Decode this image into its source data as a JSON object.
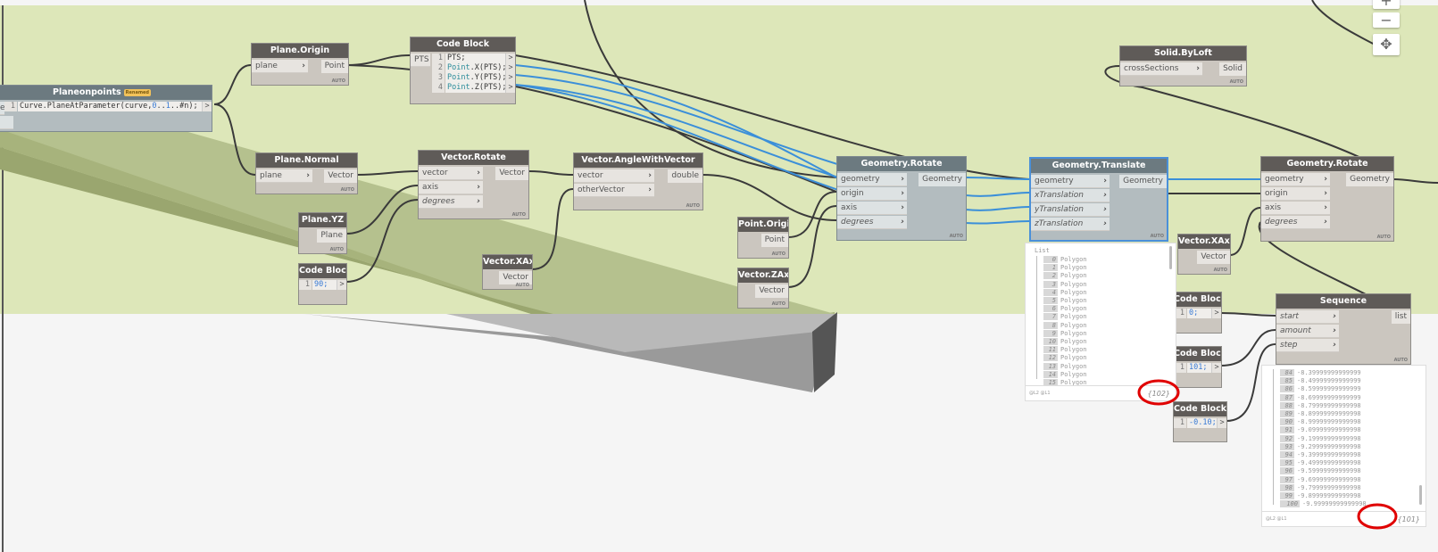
{
  "nodes": [
    {
      "id": "planeonpoints",
      "title": "Planeonpoints",
      "badge": "Renamed",
      "style": "blue",
      "partial_input": "e",
      "code": [
        "Curve.PlaneAtParameter(curve,0..1..#n);"
      ]
    },
    {
      "id": "plane-origin",
      "title": "Plane.Origin",
      "inputs": [
        "plane"
      ],
      "outputs": [
        "Point"
      ],
      "footer": "AUTO"
    },
    {
      "id": "code-block-pts",
      "title": "Code Block",
      "inputs": [
        "PTS"
      ],
      "code": [
        "PTS;",
        "Point.X(PTS);",
        "Point.Y(PTS);",
        "Point.Z(PTS);"
      ]
    },
    {
      "id": "plane-normal",
      "title": "Plane.Normal",
      "inputs": [
        "plane"
      ],
      "outputs": [
        "Vector"
      ],
      "footer": "AUTO"
    },
    {
      "id": "vector-rotate",
      "title": "Vector.Rotate",
      "inputs": [
        "vector",
        "axis",
        "degrees"
      ],
      "italic": [
        "degrees"
      ],
      "outputs": [
        "Vector"
      ],
      "footer": "AUTO"
    },
    {
      "id": "plane-yz",
      "title": "Plane.YZ",
      "outputs": [
        "Plane"
      ],
      "footer": "AUTO"
    },
    {
      "id": "code-block-90",
      "title": "Code Block",
      "code": [
        "90;"
      ]
    },
    {
      "id": "vector-xaxis-1",
      "title": "Vector.XAxis",
      "outputs": [
        "Vector"
      ],
      "footer": "AUTO"
    },
    {
      "id": "vector-anglewithvector",
      "title": "Vector.AngleWithVector",
      "inputs": [
        "vector",
        "otherVector"
      ],
      "outputs": [
        "double"
      ],
      "footer": "AUTO"
    },
    {
      "id": "point-origin",
      "title": "Point.Origin",
      "outputs": [
        "Point"
      ],
      "footer": "AUTO"
    },
    {
      "id": "vector-zaxis",
      "title": "Vector.ZAxis",
      "outputs": [
        "Vector"
      ],
      "footer": "AUTO"
    },
    {
      "id": "geometry-rotate-1",
      "title": "Geometry.Rotate",
      "style": "blue",
      "inputs": [
        "geometry",
        "origin",
        "axis",
        "degrees"
      ],
      "italic": [
        "degrees"
      ],
      "outputs": [
        "Geometry"
      ],
      "footer": "AUTO"
    },
    {
      "id": "geometry-translate",
      "title": "Geometry.Translate",
      "style": "blue",
      "selected": true,
      "inputs": [
        "geometry",
        "xTranslation",
        "yTranslation",
        "zTranslation"
      ],
      "italic": [
        "xTranslation",
        "yTranslation",
        "zTranslation"
      ],
      "outputs": [
        "Geometry"
      ],
      "footer": "AUTO"
    },
    {
      "id": "solid-byloft",
      "title": "Solid.ByLoft",
      "inputs": [
        "crossSections"
      ],
      "outputs": [
        "Solid"
      ],
      "footer": "AUTO"
    },
    {
      "id": "geometry-rotate-2",
      "title": "Geometry.Rotate",
      "inputs": [
        "geometry",
        "origin",
        "axis",
        "degrees"
      ],
      "italic": [
        "degrees"
      ],
      "outputs": [
        "Geometry"
      ],
      "footer": "AUTO"
    },
    {
      "id": "vector-xaxis-2",
      "title": "Vector.XAxis",
      "outputs": [
        "Vector"
      ],
      "footer": "AUTO"
    },
    {
      "id": "code-block-0",
      "title": "Code Block",
      "code": [
        "0;"
      ]
    },
    {
      "id": "sequence",
      "title": "Sequence",
      "inputs": [
        "start",
        "amount",
        "step"
      ],
      "italic": [
        "start",
        "amount",
        "step"
      ],
      "outputs": [
        "list"
      ],
      "footer": "AUTO"
    },
    {
      "id": "code-block-101",
      "title": "Code Block",
      "code": [
        "101;"
      ]
    },
    {
      "id": "code-block-step",
      "title": "Code Block",
      "code": [
        "-0.10;"
      ]
    }
  ],
  "previews": [
    {
      "id": "translate-preview",
      "header": "List",
      "items": [
        [
          "0",
          "Polygon"
        ],
        [
          "1",
          "Polygon"
        ],
        [
          "2",
          "Polygon"
        ],
        [
          "3",
          "Polygon"
        ],
        [
          "4",
          "Polygon"
        ],
        [
          "5",
          "Polygon"
        ],
        [
          "6",
          "Polygon"
        ],
        [
          "7",
          "Polygon"
        ],
        [
          "8",
          "Polygon"
        ],
        [
          "9",
          "Polygon"
        ],
        [
          "10",
          "Polygon"
        ],
        [
          "11",
          "Polygon"
        ],
        [
          "12",
          "Polygon"
        ],
        [
          "13",
          "Polygon"
        ],
        [
          "14",
          "Polygon"
        ],
        [
          "15",
          "Polygon"
        ]
      ],
      "levels": "@L2 @L1",
      "count": "{102}"
    },
    {
      "id": "sequence-preview",
      "header": "",
      "items": [
        [
          "84",
          "-8.39999999999999"
        ],
        [
          "85",
          "-8.49999999999999"
        ],
        [
          "86",
          "-8.59999999999999"
        ],
        [
          "87",
          "-8.69999999999999"
        ],
        [
          "88",
          "-8.79999999999998"
        ],
        [
          "89",
          "-8.89999999999998"
        ],
        [
          "90",
          "-8.99999999999998"
        ],
        [
          "91",
          "-9.09999999999998"
        ],
        [
          "92",
          "-9.19999999999998"
        ],
        [
          "93",
          "-9.29999999999998"
        ],
        [
          "94",
          "-9.39999999999998"
        ],
        [
          "95",
          "-9.49999999999998"
        ],
        [
          "96",
          "-9.59999999999998"
        ],
        [
          "97",
          "-9.69999999999998"
        ],
        [
          "98",
          "-9.79999999999998"
        ],
        [
          "99",
          "-9.89999999999998"
        ],
        [
          "100",
          "-9.99999999999998"
        ]
      ],
      "levels": "@L2 @L1",
      "count": "{101}"
    }
  ],
  "zoom_controls": {
    "zoom_in": "+",
    "zoom_out": "−",
    "pan": "✥"
  },
  "colors": {
    "canvas": "#dde7b9",
    "wire": "#3a3a3a",
    "wire_selected": "#3b8fd9",
    "highlight": "#e00000"
  }
}
